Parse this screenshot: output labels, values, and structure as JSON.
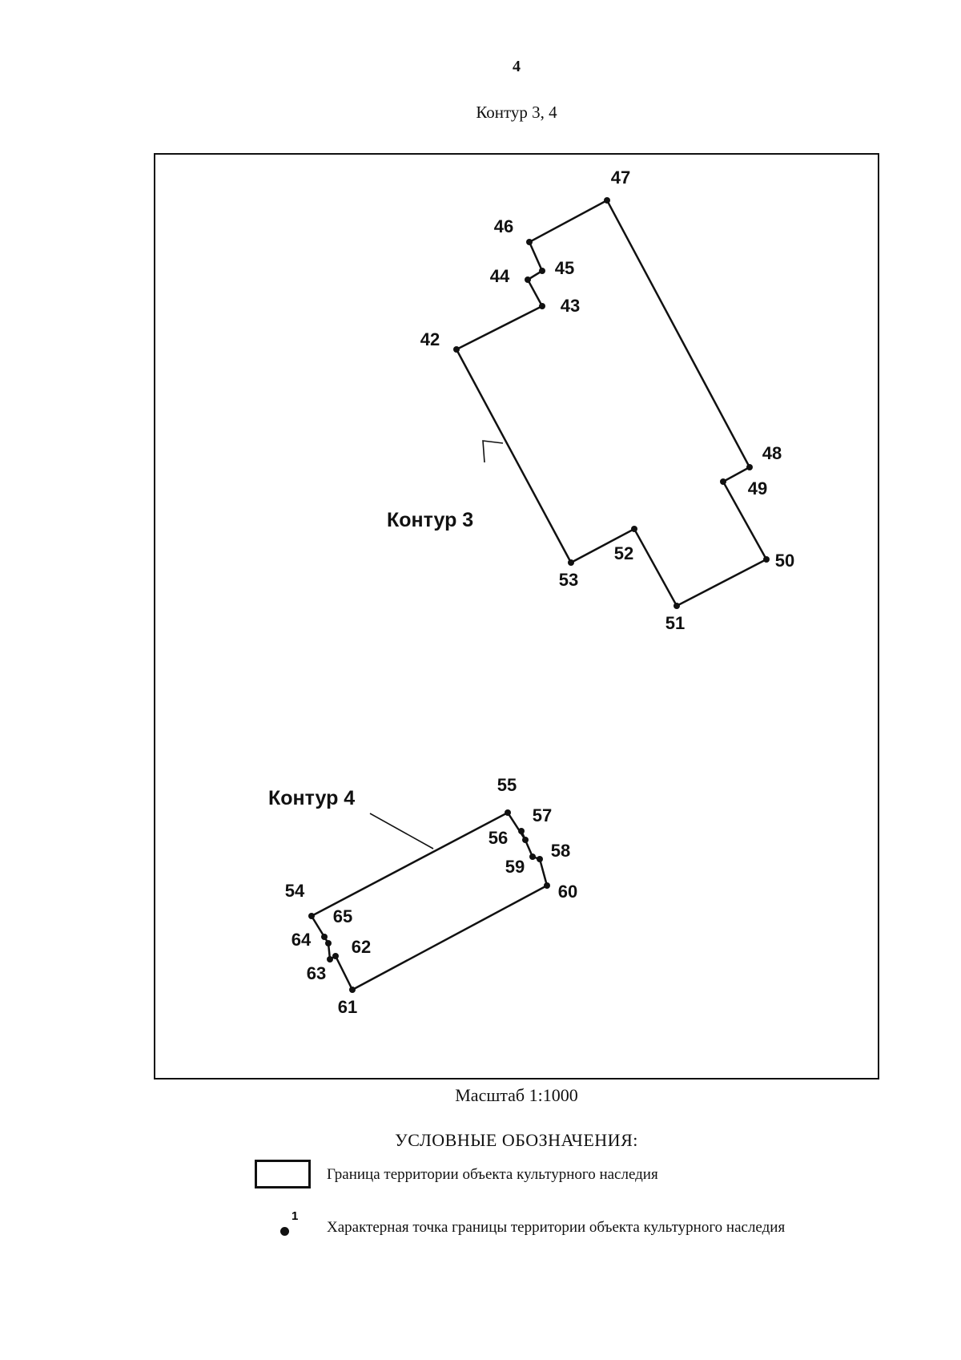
{
  "header": {
    "page_number": "4",
    "title": "Контур 3, 4"
  },
  "map": {
    "contours": [
      {
        "label": "Контур 3",
        "points": [
          {
            "label": "42"
          },
          {
            "label": "43"
          },
          {
            "label": "44"
          },
          {
            "label": "45"
          },
          {
            "label": "46"
          },
          {
            "label": "47"
          },
          {
            "label": "48"
          },
          {
            "label": "49"
          },
          {
            "label": "50"
          },
          {
            "label": "51"
          },
          {
            "label": "52"
          },
          {
            "label": "53"
          }
        ]
      },
      {
        "label": "Контур 4",
        "points": [
          {
            "label": "54"
          },
          {
            "label": "55"
          },
          {
            "label": "56"
          },
          {
            "label": "57"
          },
          {
            "label": "58"
          },
          {
            "label": "59"
          },
          {
            "label": "60"
          },
          {
            "label": "61"
          },
          {
            "label": "62"
          },
          {
            "label": "63"
          },
          {
            "label": "64"
          },
          {
            "label": "65"
          }
        ]
      }
    ],
    "scale": "Масштаб 1:1000"
  },
  "legend": {
    "title": "УСЛОВНЫЕ ОБОЗНАЧЕНИЯ:",
    "items": [
      {
        "symbol": "boundary-rectangle",
        "text": "Граница территории объекта культурного наследия"
      },
      {
        "symbol": "point-dot",
        "sample_number": "1",
        "text": "Характерная точка границы территории объекта культурного наследия"
      }
    ]
  }
}
